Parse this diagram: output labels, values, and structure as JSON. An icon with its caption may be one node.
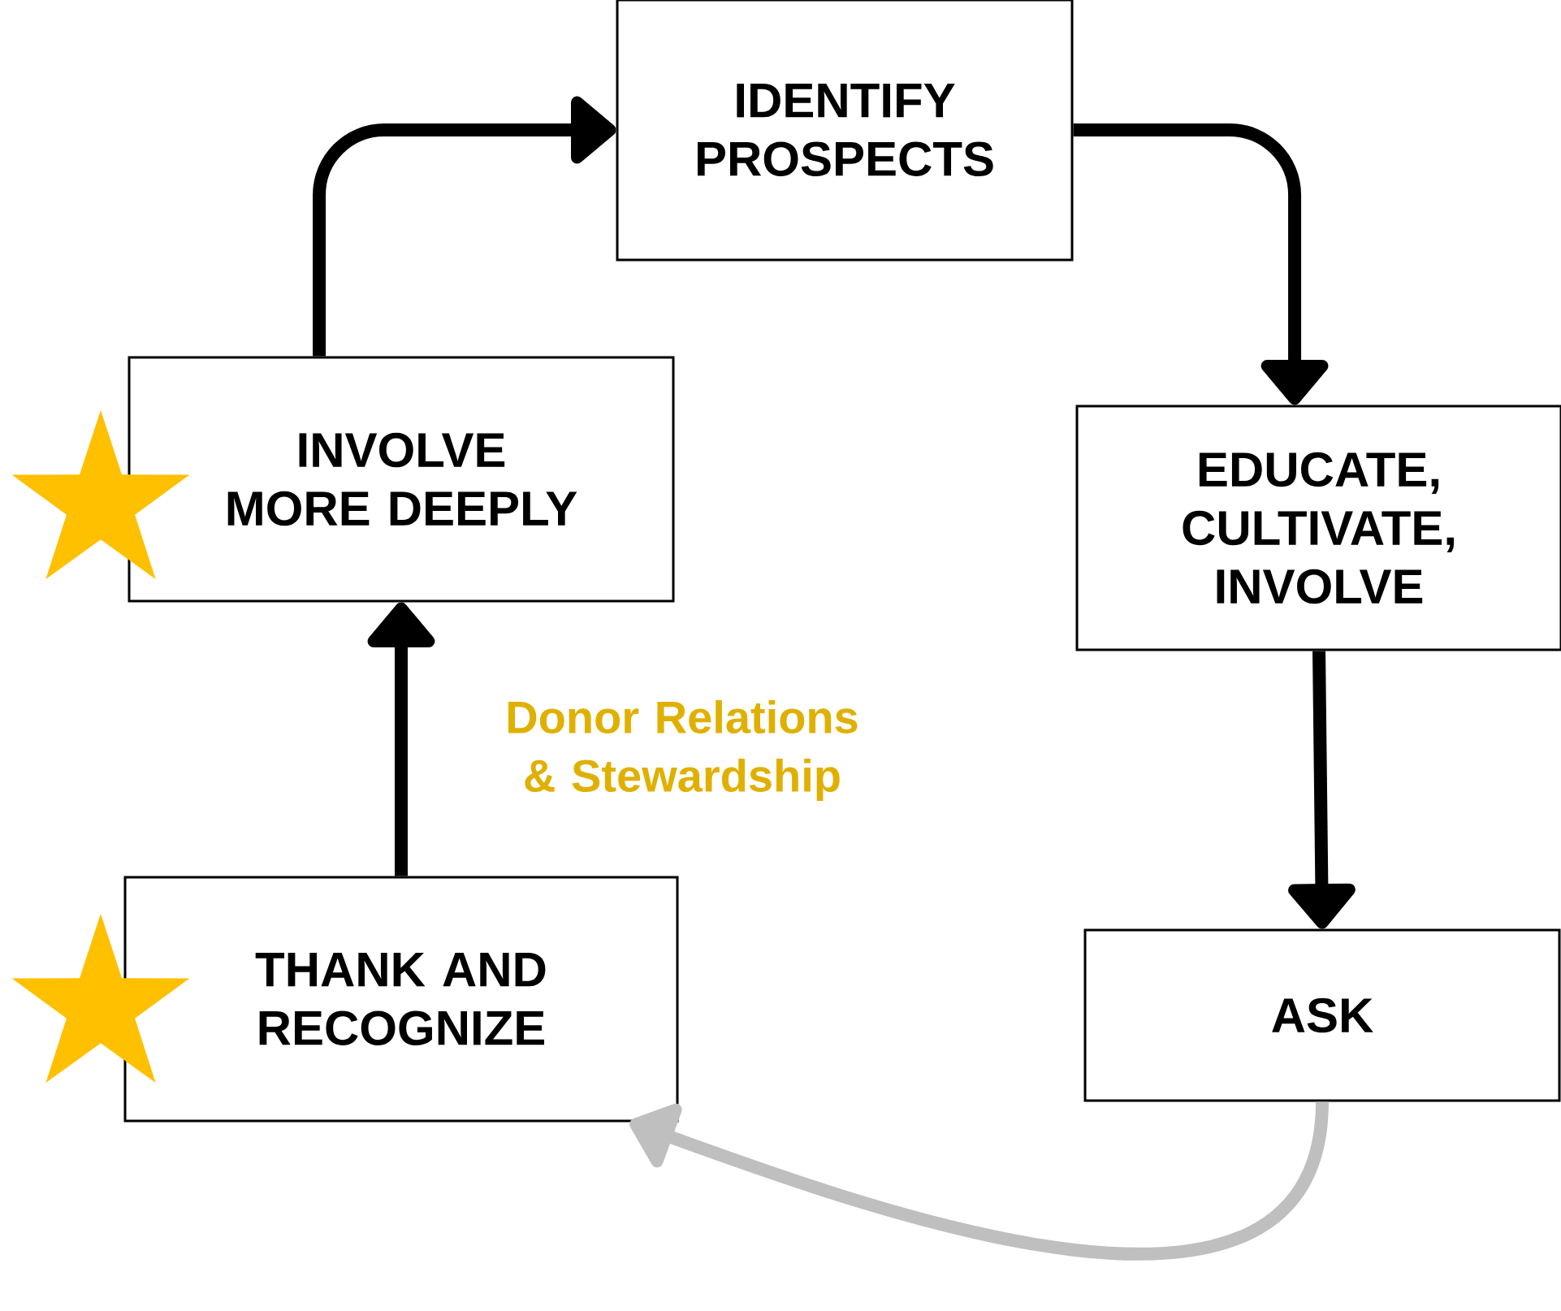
{
  "diagram": {
    "nodes": [
      {
        "text": [
          "IDENTIFY PROSPECTS"
        ]
      },
      {
        "text": [
          "EDUCATE, CULTIVATE, INVOLVE"
        ]
      },
      {
        "text": [
          "ASK"
        ]
      },
      {
        "text": [
          "THANK AND RECOGNIZE"
        ]
      },
      {
        "text": [
          "INVOLVE MORE DEEPLY"
        ]
      }
    ],
    "edges": [
      {
        "from": 4,
        "to": 0,
        "arrow": "to"
      },
      {
        "from": 0,
        "to": 1,
        "arrow": "to"
      },
      {
        "from": 1,
        "to": 2,
        "arrow": "to"
      },
      {
        "from": 2,
        "to": 3,
        "arrow": "to",
        "color": "#bfbfbf"
      },
      {
        "from": 3,
        "to": 4,
        "arrow": "to"
      }
    ],
    "labels": [
      "Donor Relations & Stewardship"
    ]
  }
}
